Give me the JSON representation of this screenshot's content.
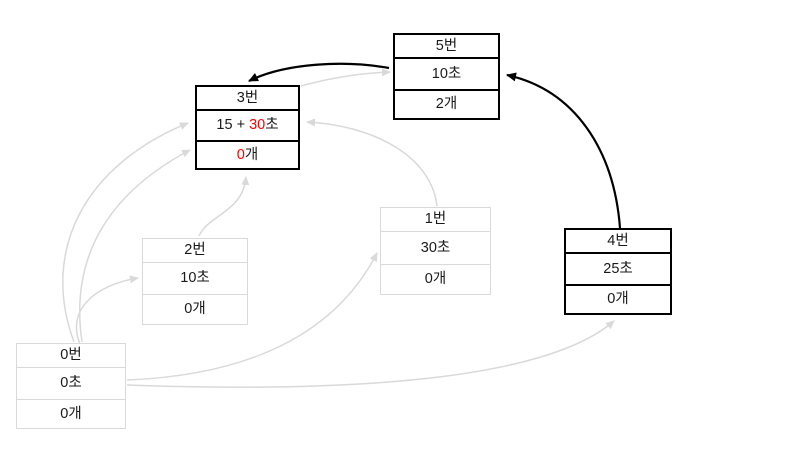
{
  "diagram": {
    "title": "upgrade-dependency-graph",
    "colors": {
      "background": "#ffffff",
      "text": "#1a1a1a",
      "highlight_text": "#ff0000",
      "border_strong": "#000000",
      "border_muted": "#d9d9d9",
      "arrow_strong": "#000000",
      "arrow_muted": "#d9d9d9"
    },
    "nodes": [
      {
        "title": "0번",
        "time": "0초",
        "count": "0개"
      },
      {
        "title": "1번",
        "time": "30초",
        "count": "0개"
      },
      {
        "title": "2번",
        "time": "10초",
        "count": "0개"
      },
      {
        "title": "3번",
        "time_prefix": "15 + ",
        "time_highlight": "30",
        "time_suffix": "초",
        "count_highlight": "0",
        "count_suffix": "개"
      },
      {
        "title": "4번",
        "time": "25초",
        "count": "0개"
      },
      {
        "title": "5번",
        "time": "10초",
        "count": "2개"
      }
    ],
    "edges": [
      {
        "from": "0번",
        "to": "3번",
        "target_row": "15 + 30초",
        "style": "muted"
      },
      {
        "from": "0번",
        "to": "3번",
        "target_row": "0개",
        "style": "muted"
      },
      {
        "from": "0번",
        "to": "2번",
        "target_row": "10초",
        "style": "muted"
      },
      {
        "from": "0번",
        "to": "1번",
        "target_row": "30초",
        "style": "muted"
      },
      {
        "from": "0번",
        "to": "4번",
        "target_row": "0개",
        "style": "muted"
      },
      {
        "from": "2번",
        "to": "3번",
        "target_row": "0개",
        "style": "muted"
      },
      {
        "from": "1번",
        "to": "3번",
        "target_row": "15 + 30초",
        "style": "muted"
      },
      {
        "from": "3번",
        "to": "5번",
        "target_row": "10초",
        "style": "muted"
      },
      {
        "from": "4번",
        "to": "5번",
        "target_row": "10초",
        "style": "strong"
      },
      {
        "from": "5번",
        "to": "3번",
        "target_row": "3번",
        "style": "strong"
      }
    ]
  }
}
